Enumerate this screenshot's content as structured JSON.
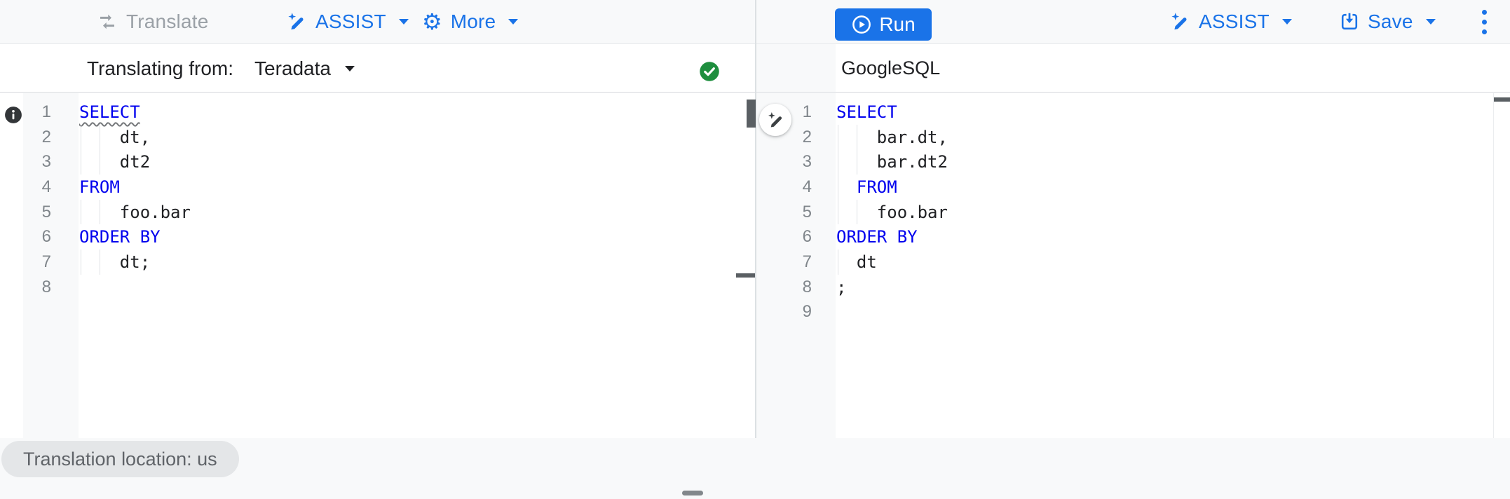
{
  "toolbar": {
    "translate": {
      "label": "Translate",
      "icon": "swap-arrows-icon",
      "enabled": false
    },
    "assist": {
      "label": "ASSIST",
      "icon": "sparkle-pen-icon"
    },
    "more": {
      "label": "More",
      "icon": "gear-icon"
    },
    "run": {
      "label": "Run",
      "icon": "play-circle-icon"
    },
    "assist_right": {
      "label": "ASSIST",
      "icon": "sparkle-pen-icon"
    },
    "save": {
      "label": "Save",
      "icon": "save-box-icon"
    },
    "overflow_icon": "kebab-menu-icon"
  },
  "left_pane": {
    "header": {
      "label": "Translating from:",
      "source_dialect": "Teradata",
      "status_icon": "check-circle-icon"
    },
    "info_marker_line": 1,
    "warning_line": 1,
    "lines": [
      {
        "n": "1",
        "segments": [
          {
            "t": "SELECT",
            "k": "keyword"
          }
        ]
      },
      {
        "n": "2",
        "segments": [
          {
            "t": "    dt,",
            "k": "plain"
          }
        ]
      },
      {
        "n": "3",
        "segments": [
          {
            "t": "    dt2",
            "k": "plain"
          }
        ]
      },
      {
        "n": "4",
        "segments": [
          {
            "t": "FROM",
            "k": "keyword"
          }
        ]
      },
      {
        "n": "5",
        "segments": [
          {
            "t": "    foo.bar",
            "k": "plain"
          }
        ]
      },
      {
        "n": "6",
        "segments": [
          {
            "t": "ORDER BY",
            "k": "keyword"
          }
        ]
      },
      {
        "n": "7",
        "segments": [
          {
            "t": "    dt;",
            "k": "plain"
          }
        ]
      },
      {
        "n": "8",
        "segments": []
      }
    ]
  },
  "right_pane": {
    "header": {
      "label": "GoogleSQL"
    },
    "lines": [
      {
        "n": "1",
        "segments": [
          {
            "t": "SELECT",
            "k": "keyword"
          }
        ]
      },
      {
        "n": "2",
        "segments": [
          {
            "t": "    bar.dt,",
            "k": "plain"
          }
        ]
      },
      {
        "n": "3",
        "segments": [
          {
            "t": "    bar.dt2",
            "k": "plain"
          }
        ]
      },
      {
        "n": "4",
        "segments": [
          {
            "t": "  ",
            "k": "plain"
          },
          {
            "t": "FROM",
            "k": "keyword"
          }
        ]
      },
      {
        "n": "5",
        "segments": [
          {
            "t": "    foo.bar",
            "k": "plain"
          }
        ]
      },
      {
        "n": "6",
        "segments": [
          {
            "t": "ORDER BY",
            "k": "keyword"
          }
        ]
      },
      {
        "n": "7",
        "segments": [
          {
            "t": "  dt",
            "k": "plain"
          }
        ]
      },
      {
        "n": "8",
        "segments": [
          {
            "t": ";",
            "k": "plain"
          }
        ]
      },
      {
        "n": "9",
        "segments": []
      }
    ]
  },
  "footer": {
    "location_badge": "Translation location: us"
  },
  "colors": {
    "accent": "#1a73e8",
    "keyword": "#0000ee",
    "code_text": "#202124",
    "success_green": "#1e8e3e",
    "disabled_gray": "#9aa0a6",
    "gutter_bg": "#f8f9fa"
  }
}
